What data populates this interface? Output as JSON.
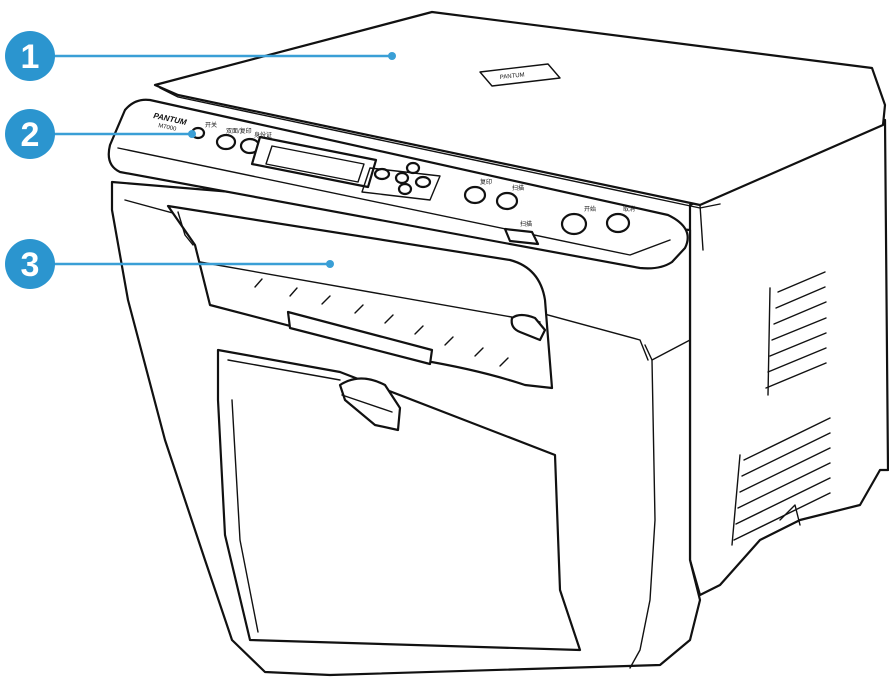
{
  "colors": {
    "callout": "#2b95cf",
    "leader": "#3a9fd6",
    "outline": "#111111"
  },
  "brand": {
    "name": "PANTUM",
    "model": "M7000"
  },
  "panel": {
    "labels": [
      "开关",
      "双面/复印",
      "身份证",
      "复印",
      "扫描",
      "扫描",
      "开始",
      "取消"
    ]
  },
  "callouts": [
    {
      "number": "1"
    },
    {
      "number": "2"
    },
    {
      "number": "3"
    }
  ]
}
